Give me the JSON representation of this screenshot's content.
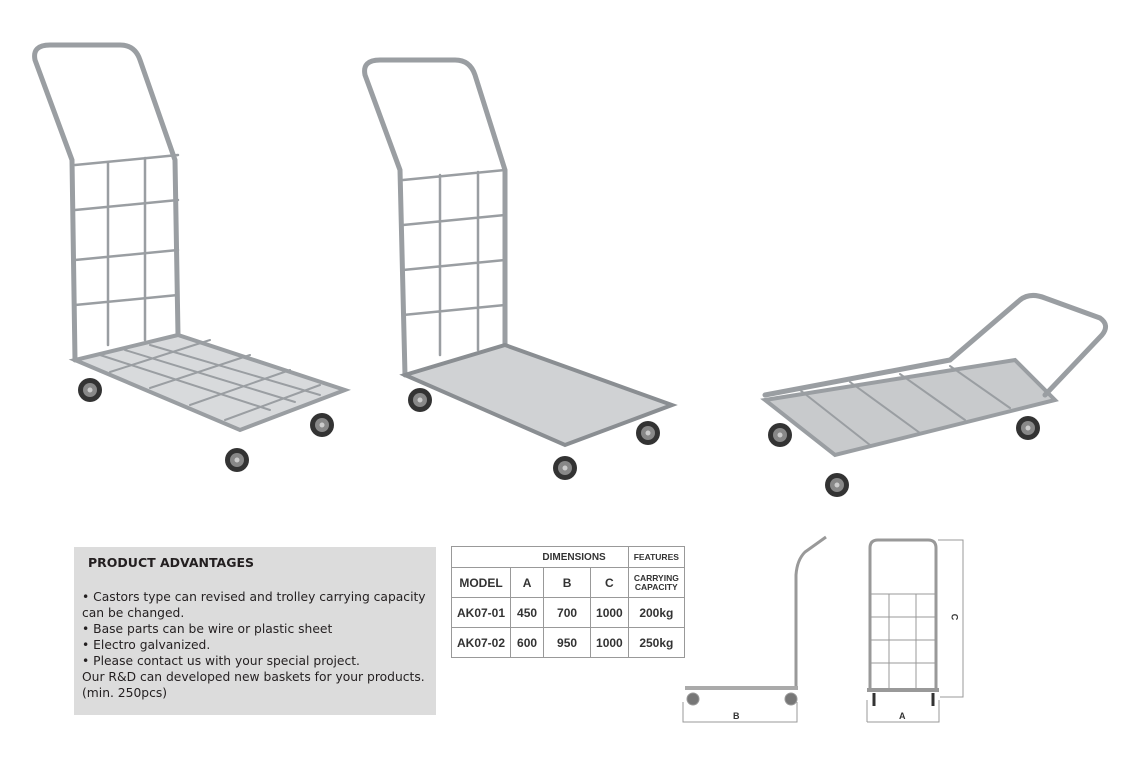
{
  "advantages": {
    "title": "PRODUCT ADVANTAGES",
    "lines": [
      "• Castors type can revised and trolley carrying capacity",
      "can be changed.",
      "•  Base parts can be wire or plastic sheet",
      "•  Electro galvanized.",
      "• Please contact us with your special project.",
      "Our R&D can developed new baskets for your products.",
      "(min. 250pcs)"
    ]
  },
  "table": {
    "group_dimensions": "DIMENSIONS",
    "group_features": "FEATURES",
    "headers": [
      "MODEL",
      "A",
      "B",
      "C",
      "CARRYING CAPACITY"
    ],
    "rows": [
      [
        "AK07-01",
        "450",
        "700",
        "1000",
        "200kg"
      ],
      [
        "AK07-02",
        "600",
        "950",
        "1000",
        "250kg"
      ]
    ]
  },
  "diagram": {
    "label_b": "B",
    "label_a": "A",
    "label_c": "C"
  }
}
